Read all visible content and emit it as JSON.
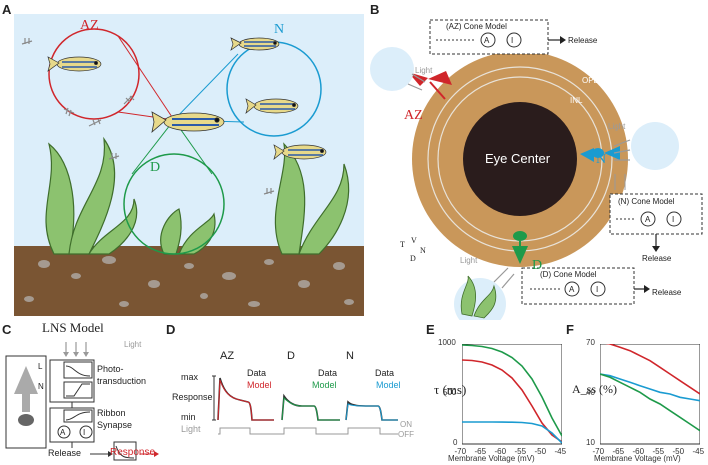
{
  "panels": {
    "a": "A",
    "b": "B",
    "c": "C",
    "d": "D",
    "e": "E",
    "f": "F"
  },
  "panel_a": {
    "zone_az": "AZ",
    "zone_n": "N",
    "zone_d": "D"
  },
  "panel_b": {
    "center_label": "Eye Center",
    "opl": "OPL",
    "inl": "INL",
    "az": "AZ",
    "n": "N",
    "d": "D",
    "az_model_title": "(AZ) Cone Model",
    "n_model_title": "(N) Cone Model",
    "d_model_title": "(D) Cone Model",
    "release": "Release",
    "light": "Light",
    "node_a": "A",
    "node_i": "I",
    "compass": {
      "t": "T",
      "v": "V",
      "n": "N",
      "d": "D"
    },
    "colors": {
      "az": "#d0262b",
      "n": "#1a9bd1",
      "d": "#1e9a4a",
      "ring": "#c9975a",
      "center": "#2a1c1c"
    }
  },
  "panel_c": {
    "title": "LNS Model",
    "light": "Light",
    "l": "L",
    "n": "N",
    "photo": "Photo-",
    "transduction": "transduction",
    "ribbon": "Ribbon",
    "synapse": "Synapse",
    "node_a": "A",
    "node_i": "I",
    "release": "Release",
    "response": "Response"
  },
  "panel_d": {
    "groups": [
      {
        "title": "AZ",
        "data": "Data",
        "model": "Model",
        "color": "#d0262b"
      },
      {
        "title": "D",
        "data": "Data",
        "model": "Model",
        "color": "#1e9a4a"
      },
      {
        "title": "N",
        "data": "Data",
        "model": "Model",
        "color": "#1a9bd1"
      }
    ],
    "max": "max",
    "response": "Response",
    "min": "min",
    "light": "Light",
    "on": "ON",
    "off": "OFF"
  },
  "chart_data": [
    {
      "type": "line",
      "xlabel": "Membrane Voltage (mV)",
      "ylabel": "τ (ms)",
      "xlim": [
        -70,
        -45
      ],
      "ylim": [
        0,
        1000
      ],
      "x_ticks": [
        "-70",
        "-65",
        "-60",
        "-55",
        "-50",
        "-45"
      ],
      "y_ticks": [
        "0",
        "500",
        "1000"
      ],
      "x": [
        -70,
        -67.5,
        -65,
        -62.5,
        -60,
        -57.5,
        -55,
        -52.5,
        -50,
        -47.5,
        -45
      ],
      "series": [
        {
          "color": "#1e9a4a",
          "values": [
            990,
            985,
            975,
            955,
            920,
            865,
            780,
            650,
            470,
            260,
            80
          ]
        },
        {
          "color": "#d0262b",
          "values": [
            840,
            835,
            820,
            790,
            740,
            660,
            540,
            380,
            210,
            90,
            20
          ]
        },
        {
          "color": "#1a9bd1",
          "values": [
            220,
            220,
            220,
            220,
            219,
            218,
            215,
            205,
            180,
            110,
            10
          ]
        }
      ]
    },
    {
      "type": "line",
      "xlabel": "Membrane Voltage (mV)",
      "ylabel": "A_ss (%)",
      "xlim": [
        -70,
        -45
      ],
      "ylim": [
        10,
        70
      ],
      "x_ticks": [
        "-70",
        "-65",
        "-60",
        "-55",
        "-50",
        "-45"
      ],
      "y_ticks": [
        "10",
        "40",
        "70"
      ],
      "x": [
        -70,
        -67.5,
        -65,
        -62.5,
        -60,
        -57.5,
        -55,
        -52.5,
        -50,
        -47.5,
        -45
      ],
      "series": [
        {
          "color": "#d0262b",
          "values": [
            71,
            70,
            68,
            66,
            63,
            60,
            56,
            52,
            48,
            44,
            40
          ]
        },
        {
          "color": "#1a9bd1",
          "values": [
            52,
            51,
            49,
            47,
            45,
            43,
            41,
            40,
            38,
            37,
            36
          ]
        },
        {
          "color": "#1e9a4a",
          "values": [
            52,
            50,
            47,
            44,
            41,
            37,
            34,
            30,
            26,
            22,
            18
          ]
        }
      ]
    }
  ]
}
